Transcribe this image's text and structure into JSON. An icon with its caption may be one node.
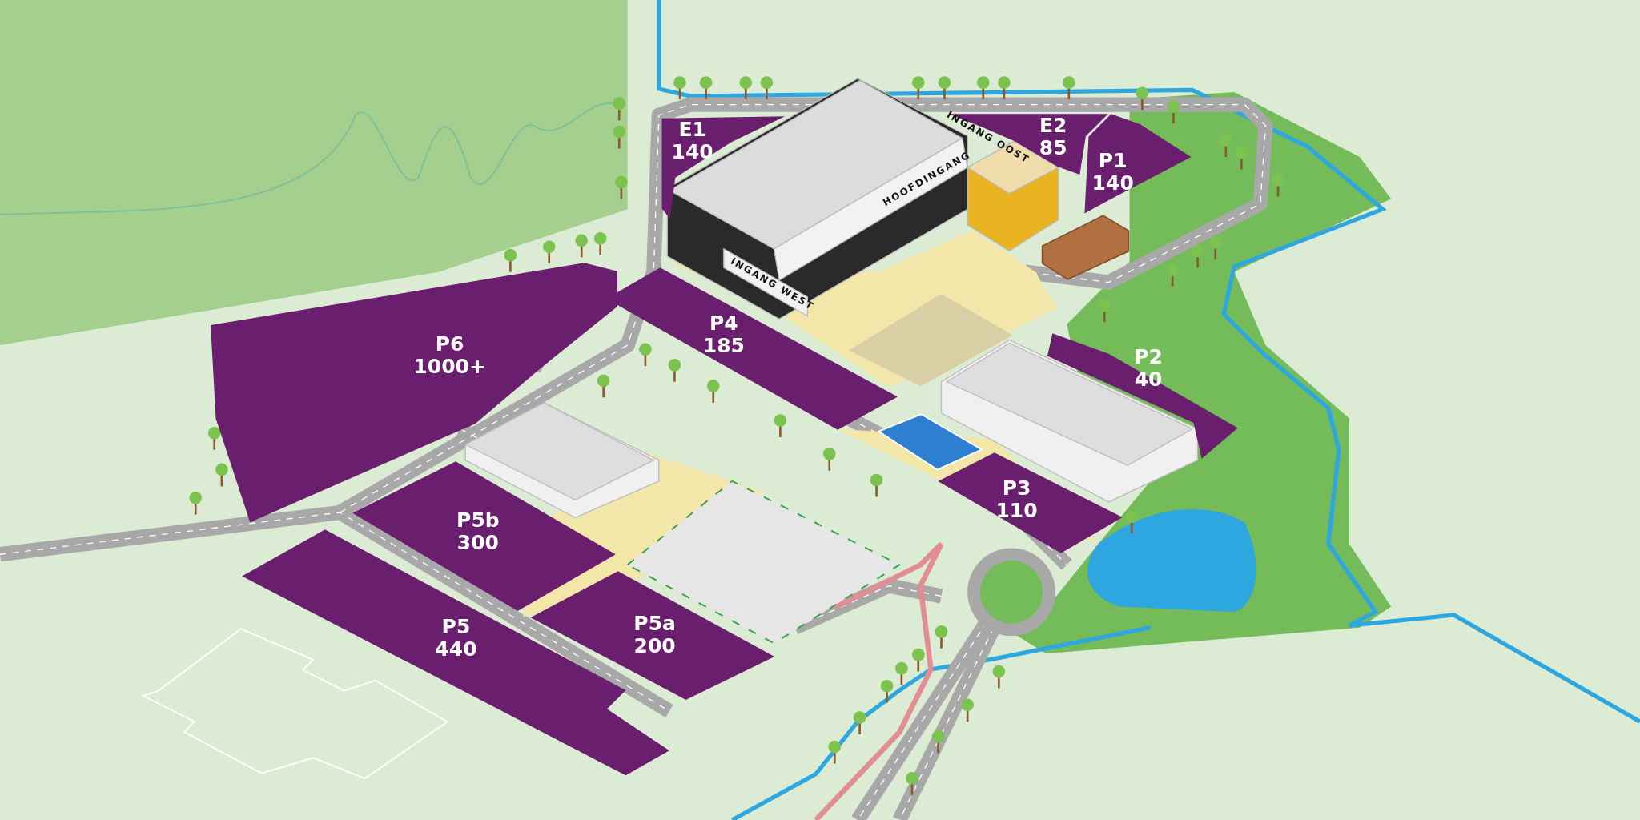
{
  "diagram": {
    "nodes": [
      {
        "text": [
          "E1",
          "140"
        ]
      },
      {
        "text": [
          "E2",
          "85"
        ]
      },
      {
        "text": [
          "P1",
          "140"
        ]
      },
      {
        "text": [
          "P4",
          "185"
        ]
      },
      {
        "text": [
          "P6",
          "1000+"
        ]
      },
      {
        "text": [
          "P2",
          "40"
        ]
      },
      {
        "text": [
          "P3",
          "110"
        ]
      },
      {
        "text": [
          "P5b",
          "300"
        ]
      },
      {
        "text": [
          "P5",
          "440"
        ]
      },
      {
        "text": [
          "P5a",
          "200"
        ]
      },
      {
        "text": [],
        "shape": "box"
      },
      {
        "text": [],
        "shape": "box"
      },
      {
        "text": [],
        "shape": "box"
      },
      {
        "text": [],
        "shape": "box"
      }
    ],
    "edges": [],
    "labels": [
      "INGANG OOST",
      "HOOFDINGANG",
      "INGANG WEST"
    ]
  }
}
